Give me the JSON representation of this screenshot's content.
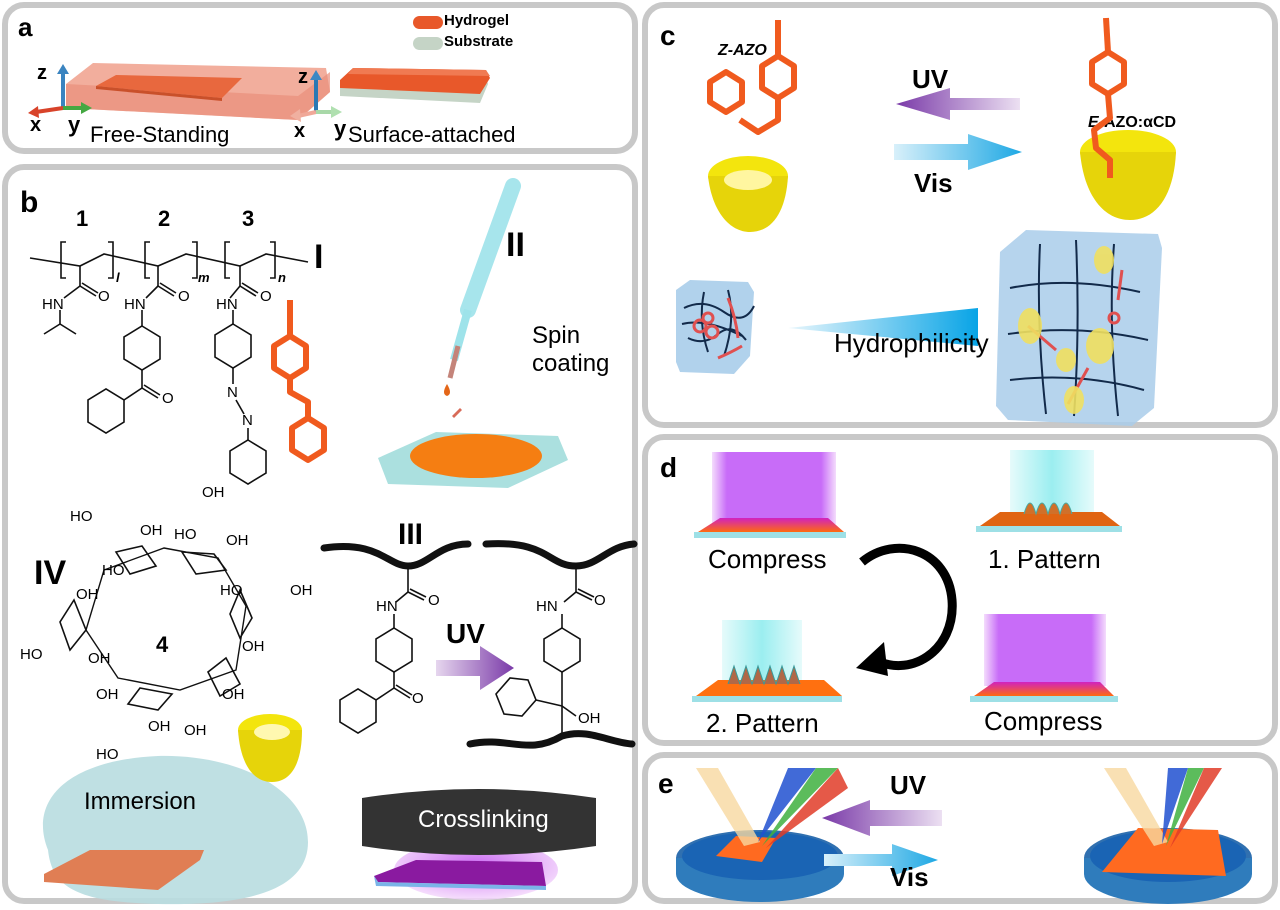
{
  "panels": {
    "a": {
      "label": "a",
      "legend": [
        {
          "name": "Hydrogel",
          "color": "#e8582a"
        },
        {
          "name": "Substrate",
          "color": "#c5d4c6"
        }
      ],
      "axes": {
        "x": "x",
        "y": "y",
        "z": "z"
      },
      "captions": {
        "free": "Free-Standing",
        "attached": "Surface-attached"
      }
    },
    "b": {
      "label": "b",
      "monomers": [
        "1",
        "2",
        "3"
      ],
      "subscripts": [
        "l",
        "m",
        "n"
      ],
      "steps": {
        "I": "I",
        "II": "II",
        "III": "III",
        "IV": "IV"
      },
      "cd_number": "4",
      "chem": {
        "hn": "HN",
        "o": "O",
        "n": "N",
        "oh": "OH",
        "ho": "HO"
      },
      "spin": {
        "line1": "Spin",
        "line2": "coating"
      },
      "uv": "UV",
      "immersion": "Immersion",
      "crosslinking": "Crosslinking"
    },
    "c": {
      "label": "c",
      "z_azo": "Z-AZO",
      "e_azo_prefix": "E",
      "e_azo_rest": "-AZO:αCD",
      "uv": "UV",
      "vis": "Vis",
      "hydrophilicity": "Hydrophilicity"
    },
    "d": {
      "label": "d",
      "steps": [
        "Compress",
        "1. Pattern",
        "Compress",
        "2. Pattern"
      ]
    },
    "e": {
      "label": "e",
      "uv": "UV",
      "vis": "Vis"
    }
  },
  "colors": {
    "azo_orange": "#f05a1e",
    "cd_yellow": "#f2e40e",
    "uv_purple": "#7a3aa8",
    "vis_cyan": "#1ea8e4",
    "panel_border": "#c8c8c8",
    "gel_blue": "#a9cdea"
  }
}
